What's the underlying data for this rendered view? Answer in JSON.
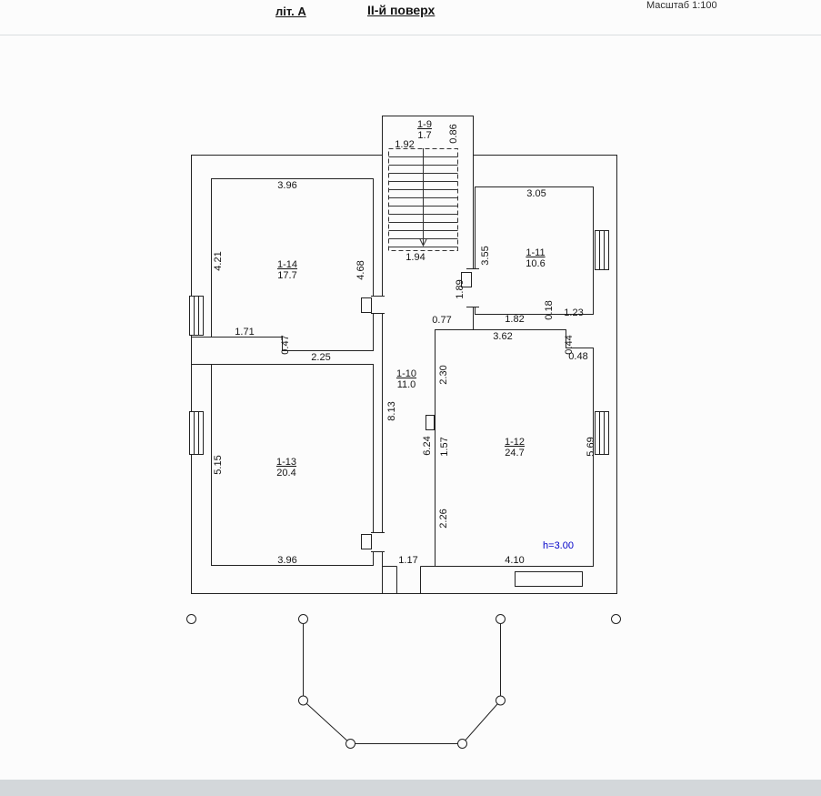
{
  "header": {
    "lit": "літ. А",
    "floor": "ІІ-й поверх",
    "scale": "Масштаб 1:100"
  },
  "rooms": [
    {
      "id": "1-9",
      "area": "1.7"
    },
    {
      "id": "1-14",
      "area": "17.7"
    },
    {
      "id": "1-11",
      "area": "10.6"
    },
    {
      "id": "1-10",
      "area": "11.0"
    },
    {
      "id": "1-13",
      "area": "20.4"
    },
    {
      "id": "1-12",
      "area": "24.7"
    }
  ],
  "dims": {
    "stairs_top_width": "1.92",
    "landing_depth": "0.86",
    "stairs_width": "1.94",
    "room14_width": "3.96",
    "room14_height_left": "4.21",
    "room14_height_right": "4.68",
    "room11_width": "3.05",
    "room11_height_left": "3.55",
    "door_room11": "1.89",
    "corridor_wall_segment": "0.77",
    "room11_bottom_left": "1.82",
    "room11_bottom_step": "0.18",
    "room11_bottom_right": "1.23",
    "room12_top_width": "3.62",
    "room12_step_height": "0.44",
    "room12_step_width": "0.48",
    "room14_bottom_left": "1.71",
    "partition_step": "0.47",
    "room14_bottom_right": "2.25",
    "room12_left_upper": "2.30",
    "corridor_length": "8.13",
    "corridor_right_upper": "6.24",
    "corridor_right_lower": "1.57",
    "room13_height_left": "5.15",
    "room12_height_right": "5.69",
    "room12_left_lower": "2.26",
    "room13_bottom_width": "3.96",
    "balcony_door_width": "1.17",
    "room12_bottom_width": "4.10"
  },
  "notes": {
    "ceiling_height": "h=3.00"
  },
  "colors": {
    "line": "#222222",
    "height_note": "#0000c8",
    "footer_bar": "#d3d7da"
  }
}
